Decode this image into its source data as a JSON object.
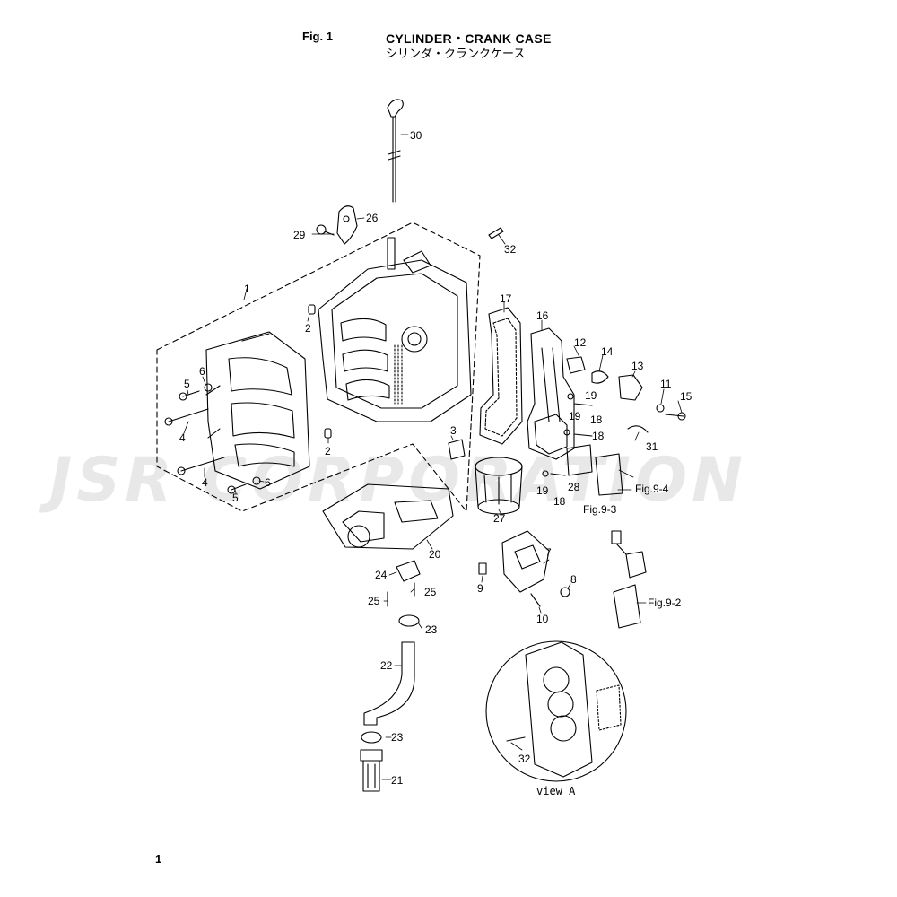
{
  "header": {
    "fig_label": "Fig. 1",
    "title_en": "CYLINDER・CRANK CASE",
    "title_jp": "シリンダ・クランクケース"
  },
  "watermark": "JSR CORPORATION",
  "page_number": "1",
  "view_label": "view A",
  "callouts": [
    "1",
    "2",
    "2",
    "3",
    "4",
    "4",
    "5",
    "5",
    "6",
    "6",
    "7",
    "8",
    "9",
    "10",
    "11",
    "12",
    "13",
    "14",
    "15",
    "16",
    "17",
    "18",
    "18",
    "18",
    "19",
    "19",
    "19",
    "20",
    "21",
    "22",
    "23",
    "23",
    "24",
    "25",
    "25",
    "26",
    "27",
    "28",
    "29",
    "30",
    "31",
    "32",
    "32"
  ],
  "fig_refs": [
    "Fig.9-4",
    "Fig.9-3",
    "Fig.9-2"
  ]
}
